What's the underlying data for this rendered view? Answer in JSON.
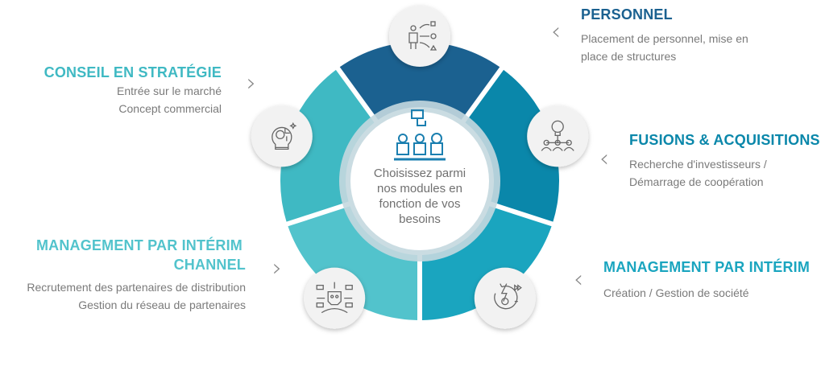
{
  "center": {
    "text": "Choisissez parmi nos modules en fonction de vos besoins",
    "icon": "team-icon"
  },
  "modules": [
    {
      "title": "PERSONNEL",
      "lines": [
        "Placement de personnel, mise en",
        "place de structures"
      ],
      "color": "#1b6190",
      "icon": "personnel-placement-icon"
    },
    {
      "title": "FUSIONS & ACQUISITIONS",
      "lines": [
        "Recherche d'investisseurs /",
        "Démarrage de coopération"
      ],
      "color": "#0a87aa",
      "icon": "idea-network-icon"
    },
    {
      "title": "MANAGEMENT PAR INTÉRIM",
      "lines": [
        "Création / Gestion de société"
      ],
      "color": "#1aa5bf",
      "icon": "power-cycle-icon"
    },
    {
      "title": "MANAGEMENT PAR INTÉRIM",
      "title2": "CHANNEL",
      "lines": [
        "Recrutement des partenaires de distribution",
        "Gestion du réseau de partenaires"
      ],
      "color": "#52c3cc",
      "icon": "communication-head-icon"
    },
    {
      "title": "CONSEIL EN STRATÉGIE",
      "lines": [
        "Entrée sur le marché",
        "Concept  commercial"
      ],
      "color": "#3fb9c3",
      "icon": "strategy-bulb-icon"
    }
  ],
  "chevrons": {
    "left": "‹",
    "right": "›"
  }
}
